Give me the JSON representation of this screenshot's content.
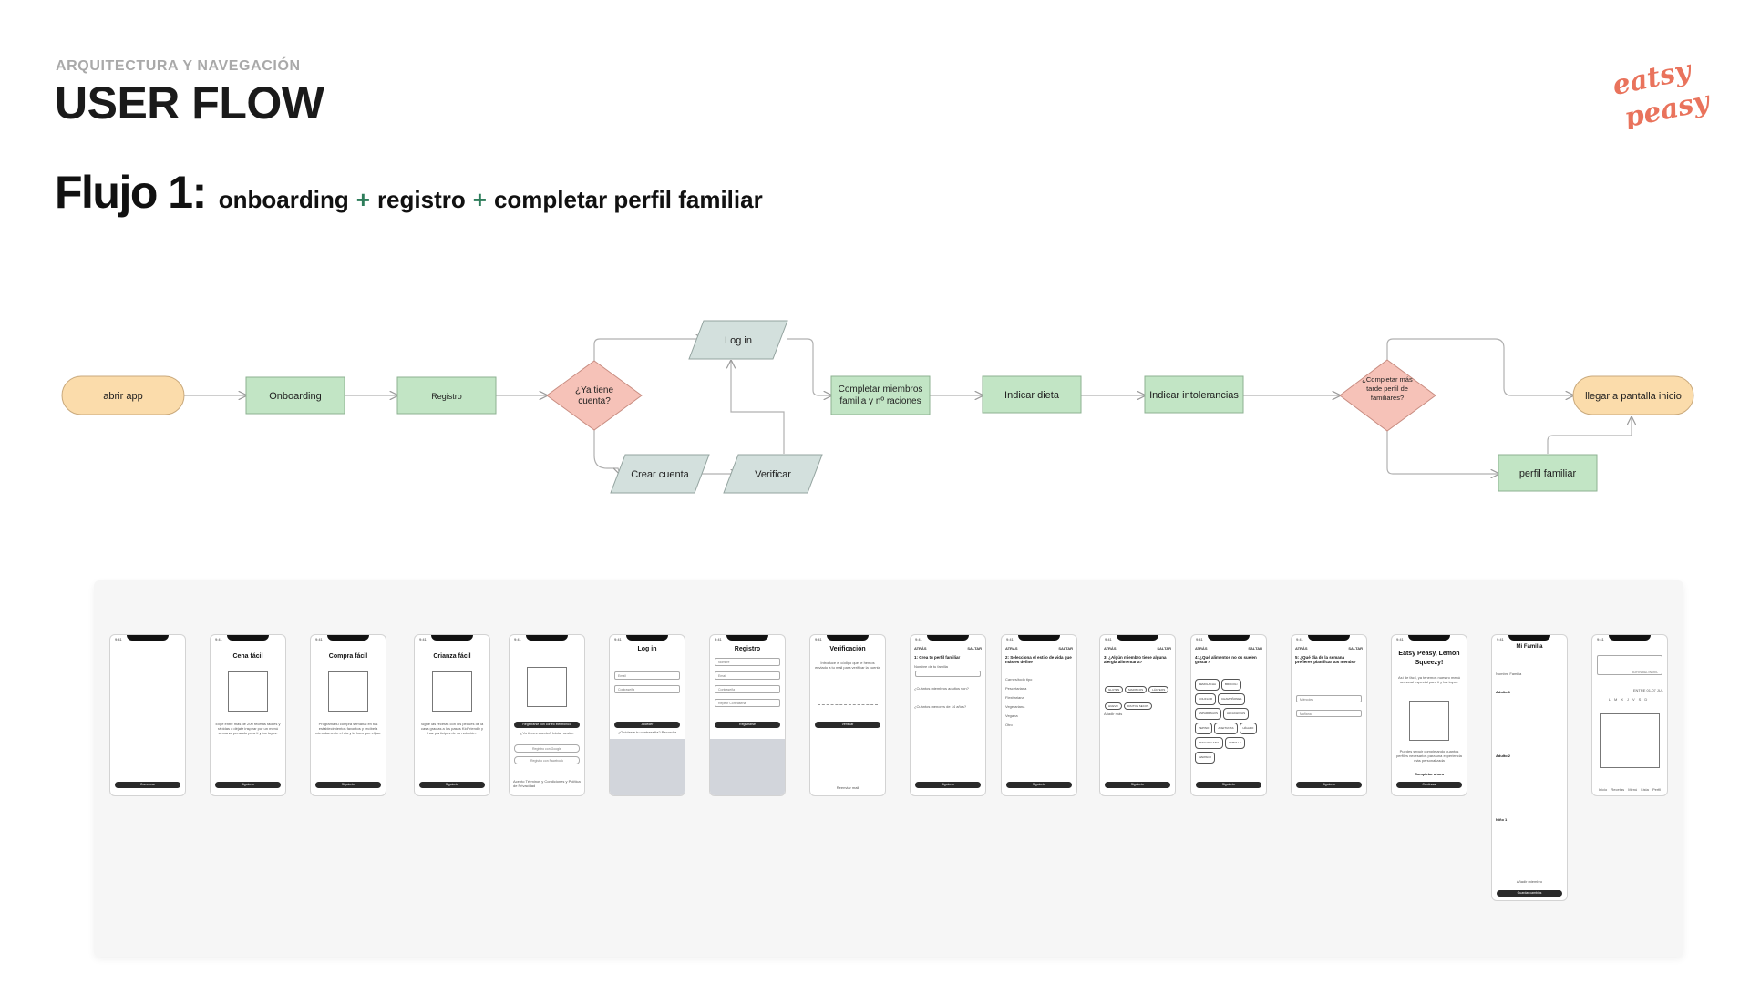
{
  "header": {
    "kicker": "ARQUITECTURA Y NAVEGACIÓN",
    "title": "USER FLOW"
  },
  "logo": {
    "line1": "eatsy",
    "line2": "peasy",
    "color": "#e9735c"
  },
  "flow_title": {
    "main": "Flujo 1:",
    "parts": [
      "onboarding",
      "registro",
      "completar perfil familiar"
    ],
    "separator": "+"
  },
  "colors": {
    "terminal": "#fbdcab",
    "process": "#c2e5c5",
    "decision": "#f6c2b8",
    "io": "#d3e0dd",
    "connector": "#b0b0b0"
  },
  "diagram": {
    "nodes": {
      "abrir_app": "abrir app",
      "onboarding": "Onboarding",
      "registro": "Registro",
      "tiene_cuenta_1": "¿Ya tiene",
      "tiene_cuenta_2": "cuenta?",
      "login": "Log in",
      "crear_cuenta": "Crear cuenta",
      "verificar": "Verificar",
      "completar_1": "Completar miembros",
      "completar_2": "familia y nº raciones",
      "dieta": "Indicar dieta",
      "intolerancias": "Indicar intolerancias",
      "perfil_mas_tarde_1": "¿Completar más",
      "perfil_mas_tarde_2": "tarde perfil de",
      "perfil_mas_tarde_3": "familiares?",
      "pantalla_inicio": "llegar a pantalla inicio",
      "perfil_familiar": "perfil familiar"
    }
  },
  "screens": {
    "s1": {
      "time": "9:41",
      "btn": "Comenzar"
    },
    "s2": {
      "time": "9:41",
      "title": "Cena fácil",
      "text": "Elige entre más de 200 recetas fáciles y rápidas o déjate inspirar por un menú semanal pensado para ti y los tuyos.",
      "btn": "Siguiente"
    },
    "s3": {
      "time": "9:41",
      "title": "Compra fácil",
      "text": "Programa tu compra semanal en tus establecimientos favoritos y recíbela cómodamente el día y la hora que elijas.",
      "btn": "Siguiente"
    },
    "s4": {
      "time": "9:41",
      "title": "Crianza fácil",
      "text": "Sigue las recetas con los peques de la casa gracias a los pasos KidFriendly y haz partícipes de su nutrición.",
      "btn": "Siguiente"
    },
    "s5": {
      "time": "9:41",
      "btn1": "Registrarse con correo electrónico",
      "q": "¿Ya tienes cuenta? Iniciar sesión",
      "btn2": "Registro con Google",
      "btn3": "Registro con Facebook",
      "legal": "Acepto Términos y Condiciones y Política de Privacidad"
    },
    "s6": {
      "time": "9:41",
      "title": "Log in",
      "f1": "Email",
      "f2": "Contraseña",
      "btn": "Acceder",
      "link": "¿Olvidaste tu contraseña? Recordar"
    },
    "s7": {
      "time": "9:41",
      "title": "Registro",
      "f1": "Nombre",
      "f2": "Email",
      "f3": "Contraseña",
      "f4": "Repetir Contraseña",
      "btn": "Registrarse"
    },
    "s8": {
      "time": "9:41",
      "title": "Verificación",
      "text": "Introduce el código que te hemos enviado a tu mail para verificar la cuenta",
      "btn": "Verificar",
      "foot": "Reenviar mail"
    },
    "s9": {
      "time": "9:41",
      "back": "ATRÁS",
      "skip": "SALTAR",
      "title": "1: Crea tu perfil familiar",
      "q1": "Nombre de tu familia",
      "q2": "¿Cuántos miembros adultos son?",
      "q3": "¿Cuántos menores de 14 años?",
      "btn": "Siguiente"
    },
    "s10": {
      "time": "9:41",
      "back": "ATRÁS",
      "skip": "SALTAR",
      "title": "2: Selecciona el estilo de vida que más es define",
      "opts": [
        "Carnes/todo tipo",
        "Pescetariana",
        "Flexitariana",
        "Vegetariana",
        "Vegana",
        "Otro"
      ],
      "btn": "Siguiente"
    },
    "s11": {
      "time": "9:41",
      "back": "ATRÁS",
      "skip": "SALTAR",
      "title": "3: ¿Algún miembro tiene alguna alergia alimentaria?",
      "chips": [
        "GLUTEN",
        "MARISCOS",
        "LÁCTEOS",
        "HUEVO",
        "FRUTOS SECOS"
      ],
      "more": "Añadir más",
      "btn": "Siguiente"
    },
    "s12": {
      "time": "9:41",
      "back": "ATRÁS",
      "skip": "SALTAR",
      "title": "4: ¿Qué alimentos no os suelen gustar?",
      "chips": [
        "REMOLACHA",
        "BRÓCOLI",
        "COLIFLOR",
        "CHAMPIÑONES",
        "ESPÁRRAGOS",
        "ALCACHOFAS",
        "PEPINO",
        "ACEITUNAS",
        "HÍGADO",
        "PESCADO AZUL",
        "CEBOLLA",
        "MARISCO"
      ],
      "btn": "Siguiente"
    },
    "s13": {
      "time": "9:41",
      "back": "ATRÁS",
      "skip": "SALTAR",
      "title": "5: ¿Qué día de la semana prefieres planificar tus menús?",
      "sel1": "Miércoles",
      "sel2": "Mañana",
      "btn": "Siguiente"
    },
    "s14": {
      "time": "9:41",
      "title": "Eatsy Peasy, Lemon Squeezy!",
      "text": "Así de fácil, ya tenemos nuestro menú semanal especial para ti y los tuyos.",
      "text2": "Puedes seguir completando cuantos perfiles necesarios para una experiencia más personalizada",
      "link": "Completar ahora",
      "btn": "Continuar"
    },
    "s15": {
      "time": "9:41",
      "title": "Mi Familia",
      "family": "Nombre Familia",
      "a1": "Adulto 1",
      "a2": "Adulto 2",
      "n1": "Niño 1",
      "add": "Añadir miembro",
      "btn": "Guardar cambios"
    },
    "s16": {
      "time": "9:41",
      "box": "DATOS DEL PERFIL",
      "week": "ENTRE 01-07 JUL",
      "days": [
        "L",
        "M",
        "X",
        "J",
        "V",
        "S",
        "D"
      ],
      "tabs": [
        "Inicio",
        "Recetas",
        "Menú",
        "Lista",
        "Perfil"
      ]
    }
  }
}
